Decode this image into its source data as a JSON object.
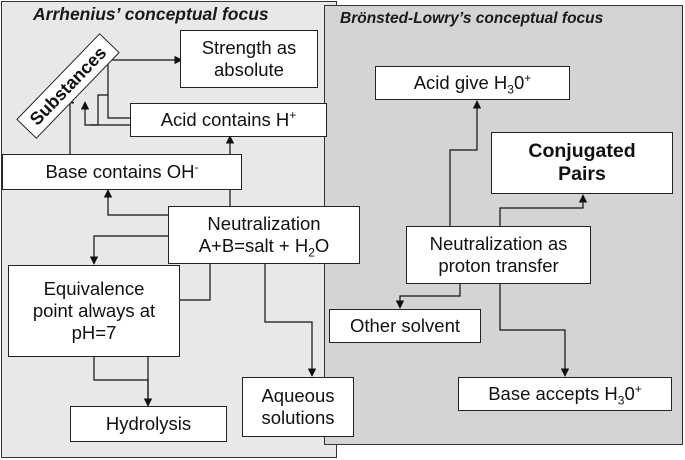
{
  "panels": {
    "left_title": "Arrhenius’ conceptual focus",
    "right_title": "Brönsted-Lowry’s conceptual focus"
  },
  "substances": "Substances",
  "strength": {
    "line1": "Strength as",
    "line2": "absolute"
  },
  "acid_contains": {
    "text": "Acid contains H",
    "sup": "+"
  },
  "base_contains": {
    "text": "Base contains OH",
    "sup": "-"
  },
  "neutralization": {
    "line1": "Neutralization",
    "line2_pre": "A+B=salt + H",
    "line2_sub": "2",
    "line2_post": "O"
  },
  "equivalence": {
    "line1": "Equivalence",
    "line2": "point always at",
    "line3": "pH=7"
  },
  "hydrolysis": "Hydrolysis",
  "aqueous": {
    "line1": "Aqueous",
    "line2": "solutions"
  },
  "acid_give": {
    "pre": "Acid give H",
    "sub": "3",
    "mid": "0",
    "sup": "+"
  },
  "conjugated": {
    "line1": "Conjugated",
    "line2": "Pairs"
  },
  "proton_transfer": {
    "line1": "Neutralization as",
    "line2": "proton transfer"
  },
  "other_solvent": "Other solvent",
  "base_accepts": {
    "pre": "Base accepts H",
    "sub": "3",
    "mid": "0",
    "sup": "+"
  }
}
